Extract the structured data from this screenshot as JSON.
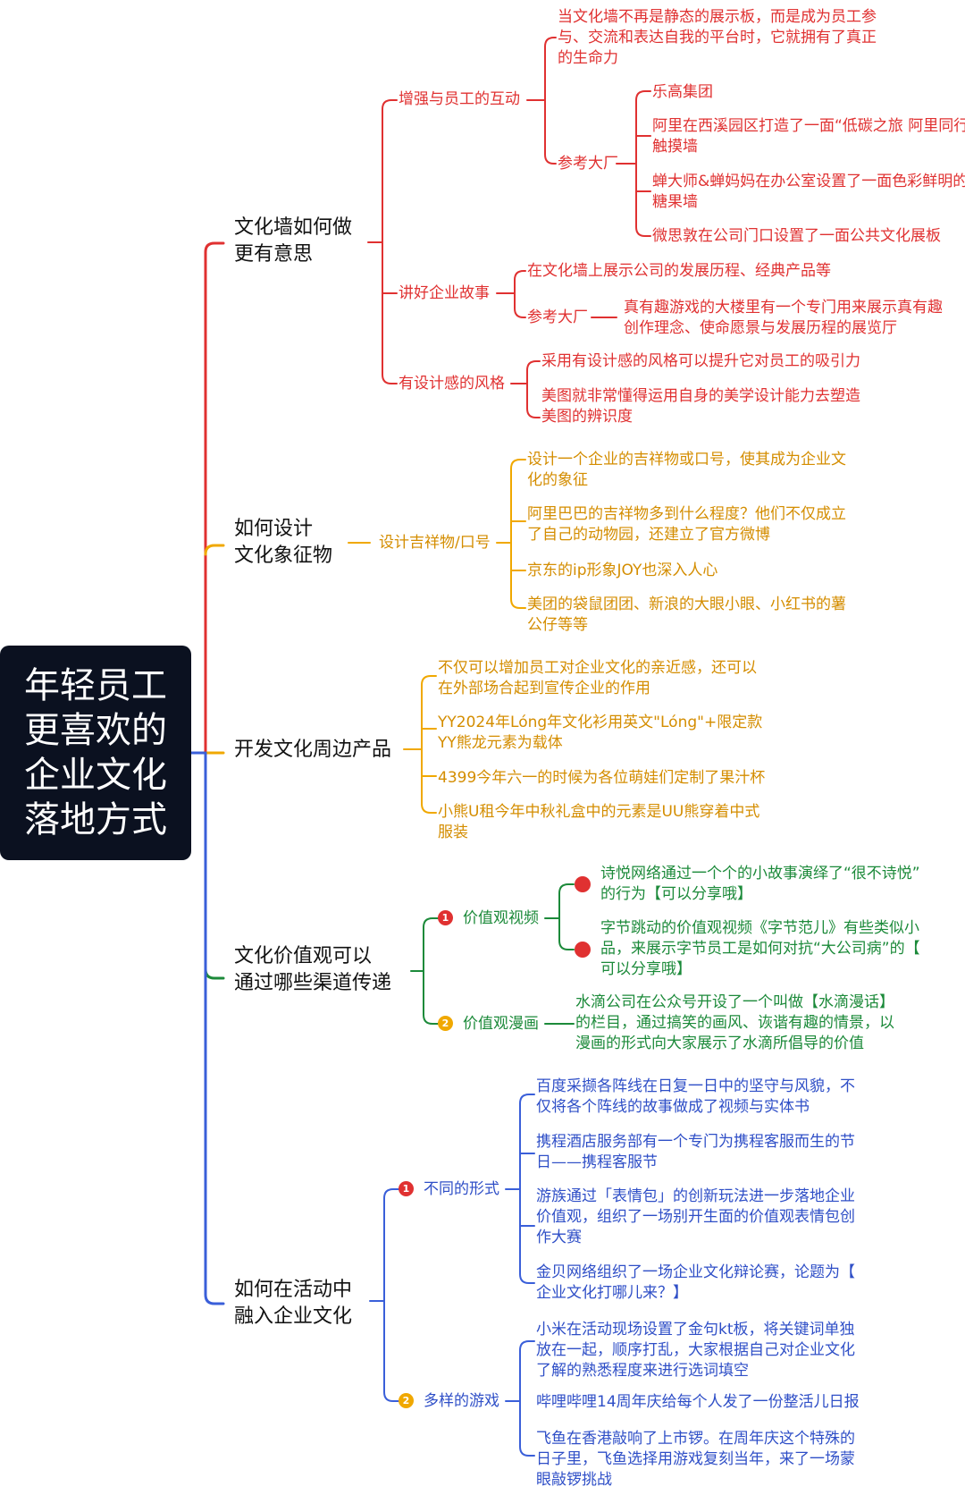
{
  "root": {
    "lines": [
      "年轻员工",
      "更喜欢的",
      "企业文化",
      "落地方式"
    ]
  },
  "colors": {
    "red": "#e03131",
    "yellow": "#f0a800",
    "green": "#1c8a3a",
    "blue": "#3a5fd9",
    "root_bg": "#0b1120"
  },
  "branch1": {
    "title": [
      "文化墙如何做",
      "更有意思"
    ],
    "sub1": {
      "label": "增强与员工的互动",
      "intro": [
        "当文化墙不再是静态的展示板，而是成为员工参",
        "与、交流和表达自我的平台时，它就拥有了真正",
        "的生命力"
      ],
      "ref_label": "参考大厂",
      "refs": [
        [
          "乐高集团"
        ],
        [
          "阿里在西溪园区打造了一面“低碳之旅 阿里同行",
          "触摸墙"
        ],
        [
          "蝉大师&蝉妈妈在办公室设置了一面色彩鲜明的",
          "糖果墙"
        ],
        [
          "微思敦在公司门口设置了一面公共文化展板"
        ]
      ]
    },
    "sub2": {
      "label": "讲好企业故事",
      "item": "在文化墙上展示公司的发展历程、经典产品等",
      "ref_label": "参考大厂",
      "ref": [
        "真有趣游戏的大楼里有一个专门用来展示真有趣",
        "创作理念、使命愿景与发展历程的展览厅"
      ]
    },
    "sub3": {
      "label": "有设计感的风格",
      "items": [
        [
          "采用有设计感的风格可以提升它对员工的吸引力"
        ],
        [
          "美图就非常懂得运用自身的美学设计能力去塑造",
          "美图的辨识度"
        ]
      ]
    }
  },
  "branch2": {
    "title": [
      "如何设计",
      "文化象征物"
    ],
    "sub_label": "设计吉祥物/口号",
    "items": [
      [
        "设计一个企业的吉祥物或口号，使其成为企业文",
        "化的象征"
      ],
      [
        "阿里巴巴的吉祥物多到什么程度？他们不仅成立",
        "了自己的动物园，还建立了官方微博"
      ],
      [
        "京东的ip形象JOY也深入人心"
      ],
      [
        "美团的袋鼠团团、新浪的大眼小眼、小红书的薯",
        "公仔等等"
      ]
    ]
  },
  "branch3": {
    "title": [
      "开发文化周边产品"
    ],
    "items": [
      [
        "不仅可以增加员工对企业文化的亲近感，还可以",
        "在外部场合起到宣传企业的作用"
      ],
      [
        "YY2024年Lóng年文化衫用英文\"Lóng\"+限定款",
        "YY熊龙元素为载体"
      ],
      [
        "4399今年六一的时候为各位萌娃们定制了果汁杯"
      ],
      [
        "小熊U租今年中秋礼盒中的元素是UU熊穿着中式",
        "服装"
      ]
    ]
  },
  "branch4": {
    "title": [
      "文化价值观可以",
      "通过哪些渠道传递"
    ],
    "sub1": {
      "badge": "1",
      "label": "价值观视频",
      "items": [
        [
          "诗悦网络通过一个个的小故事演绎了“很不诗悦”",
          "的行为【可以分享哦】"
        ],
        [
          "字节跳动的价值观视频《字节范儿》有些类似小",
          "品，来展示字节员工是如何对抗“大公司病”的【",
          "可以分享哦】"
        ]
      ]
    },
    "sub2": {
      "badge": "2",
      "label": "价值观漫画",
      "item": [
        "水滴公司在公众号开设了一个叫做【水滴漫话】",
        "的栏目，通过搞笑的画风、诙谐有趣的情景，以",
        "漫画的形式向大家展示了水滴所倡导的价值"
      ]
    }
  },
  "branch5": {
    "title": [
      "如何在活动中",
      "融入企业文化"
    ],
    "sub1": {
      "badge": "1",
      "label": "不同的形式",
      "items": [
        [
          "百度采撷各阵线在日复一日中的坚守与风貌，不",
          "仅将各个阵线的故事做成了视频与实体书"
        ],
        [
          "携程酒店服务部有一个专门为携程客服而生的节",
          "日——携程客服节"
        ],
        [
          "游族通过「表情包」的创新玩法进一步落地企业",
          "价值观，组织了一场别开生面的价值观表情包创",
          "作大赛"
        ],
        [
          "金贝网络组织了一场企业文化辩论赛，论题为【",
          "企业文化打哪儿来？】"
        ]
      ]
    },
    "sub2": {
      "badge": "2",
      "label": "多样的游戏",
      "items": [
        [
          "小米在活动现场设置了金句kt板，将关键词单独",
          "放在一起，顺序打乱，大家根据自己对企业文化",
          "了解的熟悉程度来进行选词填空"
        ],
        [
          "哔哩哔哩14周年庆给每个人发了一份整活儿日报"
        ],
        [
          "飞鱼在香港敲响了上市锣。在周年庆这个特殊的",
          "日子里，飞鱼选择用游戏复刻当年，来了一场蒙",
          "眼敲锣挑战"
        ]
      ]
    }
  }
}
